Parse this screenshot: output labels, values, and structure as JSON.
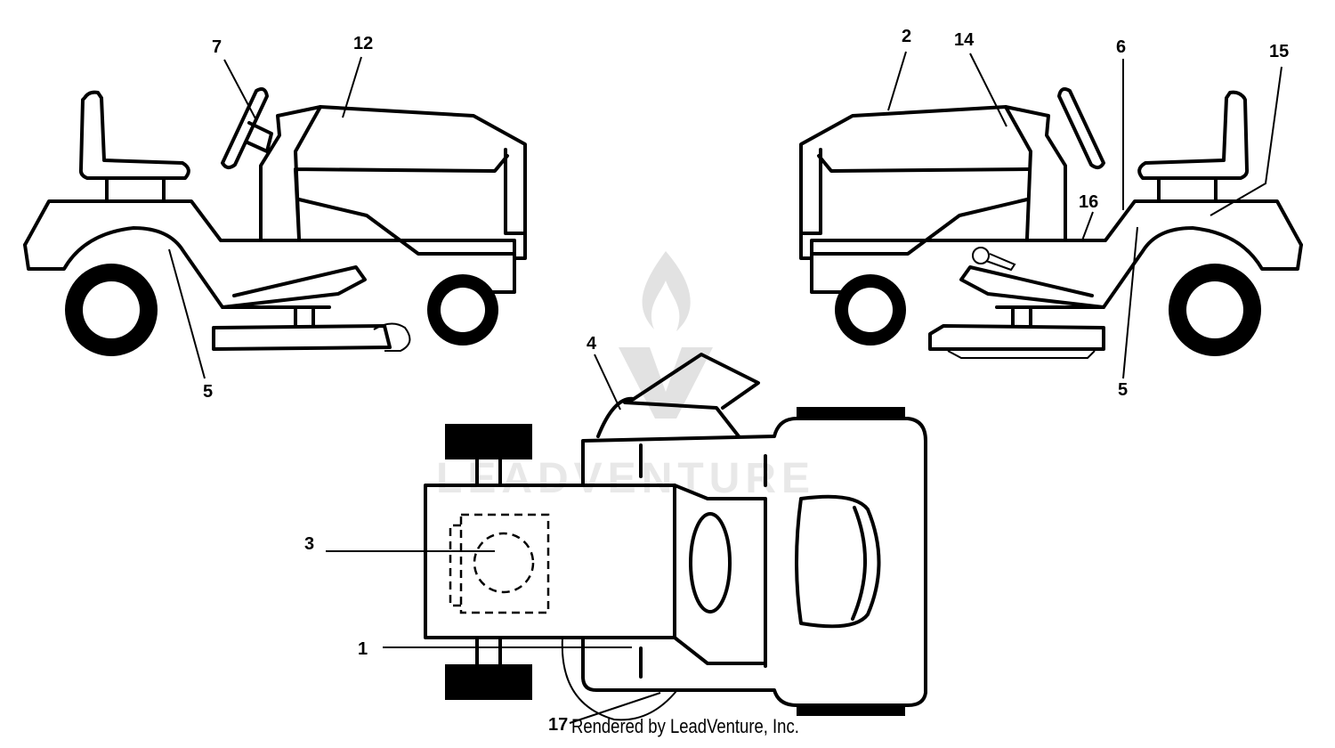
{
  "watermark": "LEADVENTURE",
  "credit": "Rendered by LeadVenture, Inc.",
  "labels": [
    {
      "id": "label-7",
      "text": "7"
    },
    {
      "id": "label-12",
      "text": "12"
    },
    {
      "id": "label-5a",
      "text": "5"
    },
    {
      "id": "label-2",
      "text": "2"
    },
    {
      "id": "label-14",
      "text": "14"
    },
    {
      "id": "label-6",
      "text": "6"
    },
    {
      "id": "label-15",
      "text": "15"
    },
    {
      "id": "label-16",
      "text": "16"
    },
    {
      "id": "label-5b",
      "text": "5"
    },
    {
      "id": "label-4",
      "text": "4"
    },
    {
      "id": "label-3",
      "text": "3"
    },
    {
      "id": "label-1",
      "text": "1"
    },
    {
      "id": "label-17",
      "text": "17"
    }
  ]
}
